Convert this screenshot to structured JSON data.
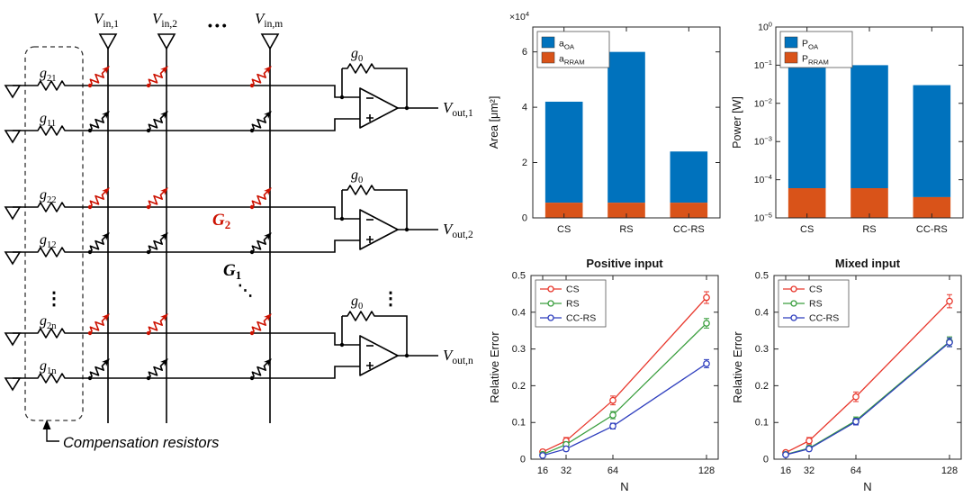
{
  "figure": {
    "bg": "#ffffff"
  },
  "circuit": {
    "inputs": [
      {
        "main": "V",
        "sub": "in,1"
      },
      {
        "main": "V",
        "sub": "in,2"
      },
      {
        "main": "V",
        "sub": "in,m"
      }
    ],
    "col_dots": "•••",
    "comp_resistors": [
      {
        "main": "g",
        "sub": "21"
      },
      {
        "main": "g",
        "sub": "11"
      },
      {
        "main": "g",
        "sub": "22"
      },
      {
        "main": "g",
        "sub": "12"
      },
      {
        "main": "g",
        "sub": "2n"
      },
      {
        "main": "g",
        "sub": "1n"
      }
    ],
    "vdots": "⋮",
    "ddots": "⋱",
    "g2_label": {
      "main": "G",
      "sub": "2"
    },
    "g1_label": {
      "main": "G",
      "sub": "1"
    },
    "feedback_label": {
      "main": "g",
      "sub": "0"
    },
    "outputs": [
      {
        "main": "V",
        "sub": "out,1"
      },
      {
        "main": "V",
        "sub": "out,2"
      },
      {
        "main": "V",
        "sub": "out,n"
      }
    ],
    "caption": "Compensation resistors",
    "colors": {
      "g2_memristors": "#cc1100",
      "g1_memristors": "#000000",
      "wires": "#000000"
    }
  },
  "chart_data": [
    {
      "id": "area",
      "type": "bar",
      "stacked": true,
      "yscale": "linear",
      "categories": [
        "CS",
        "RS",
        "CC-RS"
      ],
      "series": [
        {
          "name": "a_OA",
          "label_main": "a",
          "label_sub": "OA",
          "color": "#0072BD",
          "tops": [
            4.2,
            6.0,
            2.4
          ]
        },
        {
          "name": "a_RRAM",
          "label_main": "a",
          "label_sub": "RRAM",
          "color": "#D95319",
          "tops": [
            0.55,
            0.55,
            0.55
          ]
        }
      ],
      "units": "×10⁴ μm²",
      "ylabel": "Area [μm²]",
      "exp_label": {
        "prefix": "×10",
        "exp": "4"
      },
      "ylim": [
        0,
        6.9
      ],
      "yticks": [
        0,
        2,
        4,
        6
      ],
      "ytick_labels": [
        "0",
        "2",
        "4",
        "6"
      ],
      "legend": "northwest",
      "grid": false
    },
    {
      "id": "power",
      "type": "bar",
      "stacked": true,
      "yscale": "log",
      "categories": [
        "CS",
        "RS",
        "CC-RS"
      ],
      "series": [
        {
          "name": "P_OA",
          "label_main": "P",
          "label_sub": "OA",
          "color": "#0072BD",
          "tops": [
            0.12,
            0.1,
            0.03
          ]
        },
        {
          "name": "P_RRAM",
          "label_main": "P",
          "label_sub": "RRAM",
          "color": "#D95319",
          "tops": [
            6e-05,
            6e-05,
            3.5e-05
          ]
        }
      ],
      "units": "W",
      "ylabel": "Power [W]",
      "ylim": [
        1e-05,
        1
      ],
      "ytick_exp_labels": [
        "0",
        "−1",
        "−2",
        "−3",
        "−4",
        "−5"
      ],
      "ytick_exponents": [
        0,
        -1,
        -2,
        -3,
        -4,
        -5
      ],
      "legend": "northwest",
      "grid": false
    },
    {
      "id": "positive",
      "type": "line",
      "title": "Positive input",
      "x": [
        16,
        32,
        64,
        128
      ],
      "xticks": [
        16,
        32,
        64,
        128
      ],
      "xlabel": "N",
      "ylabel": "Relative Error",
      "xlim": [
        8,
        136
      ],
      "ylim": [
        0,
        0.5
      ],
      "yticks": [
        0,
        0.1,
        0.2,
        0.3,
        0.4,
        0.5
      ],
      "ytick_labels": [
        "0",
        "0.1",
        "0.2",
        "0.3",
        "0.4",
        "0.5"
      ],
      "legend": "northwest",
      "grid": false,
      "series": [
        {
          "name": "CS",
          "color": "#e8372c",
          "marker": "circle",
          "values": [
            0.02,
            0.05,
            0.16,
            0.44
          ],
          "err": [
            0.006,
            0.009,
            0.012,
            0.016
          ]
        },
        {
          "name": "RS",
          "color": "#3a9e3e",
          "marker": "circle",
          "values": [
            0.013,
            0.04,
            0.12,
            0.37
          ],
          "err": [
            0.005,
            0.007,
            0.01,
            0.013
          ]
        },
        {
          "name": "CC-RS",
          "color": "#2f3fbe",
          "marker": "circle",
          "values": [
            0.01,
            0.028,
            0.09,
            0.26
          ],
          "err": [
            0.004,
            0.006,
            0.008,
            0.011
          ]
        }
      ]
    },
    {
      "id": "mixed",
      "type": "line",
      "title": "Mixed input",
      "x": [
        16,
        32,
        64,
        128
      ],
      "xticks": [
        16,
        32,
        64,
        128
      ],
      "xlabel": "N",
      "ylabel": "Relative Error",
      "xlim": [
        8,
        136
      ],
      "ylim": [
        0,
        0.5
      ],
      "yticks": [
        0,
        0.1,
        0.2,
        0.3,
        0.4,
        0.5
      ],
      "ytick_labels": [
        "0",
        "0.1",
        "0.2",
        "0.3",
        "0.4",
        "0.5"
      ],
      "legend": "northwest",
      "grid": false,
      "series": [
        {
          "name": "CS",
          "color": "#e8372c",
          "marker": "circle",
          "values": [
            0.018,
            0.05,
            0.17,
            0.43
          ],
          "err": [
            0.005,
            0.009,
            0.013,
            0.018
          ]
        },
        {
          "name": "RS",
          "color": "#3a9e3e",
          "marker": "circle",
          "values": [
            0.013,
            0.03,
            0.105,
            0.32
          ],
          "err": [
            0.005,
            0.007,
            0.01,
            0.013
          ]
        },
        {
          "name": "CC-RS",
          "color": "#2f3fbe",
          "marker": "circle",
          "values": [
            0.012,
            0.028,
            0.102,
            0.318
          ],
          "err": [
            0.004,
            0.006,
            0.009,
            0.012
          ]
        }
      ]
    }
  ]
}
